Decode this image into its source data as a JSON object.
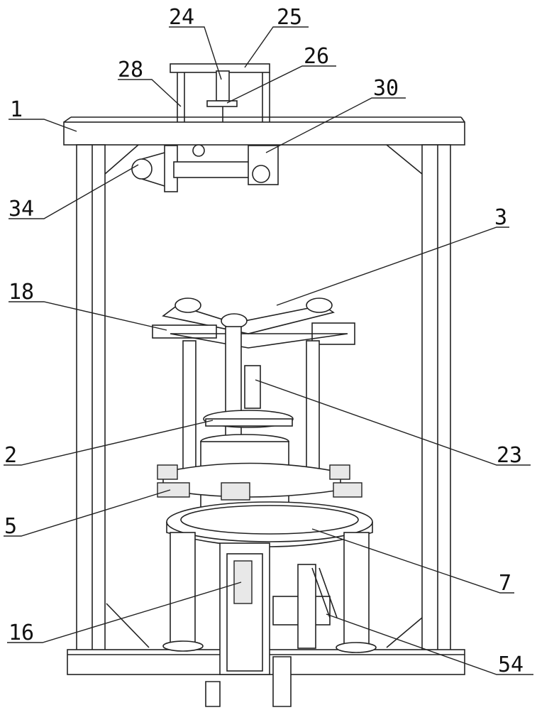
{
  "figure": {
    "type": "patent mechanical drawing",
    "labels": [
      "24",
      "25",
      "26",
      "28",
      "30",
      "1",
      "34",
      "3",
      "18",
      "23",
      "2",
      "5",
      "7",
      "16",
      "54"
    ]
  }
}
